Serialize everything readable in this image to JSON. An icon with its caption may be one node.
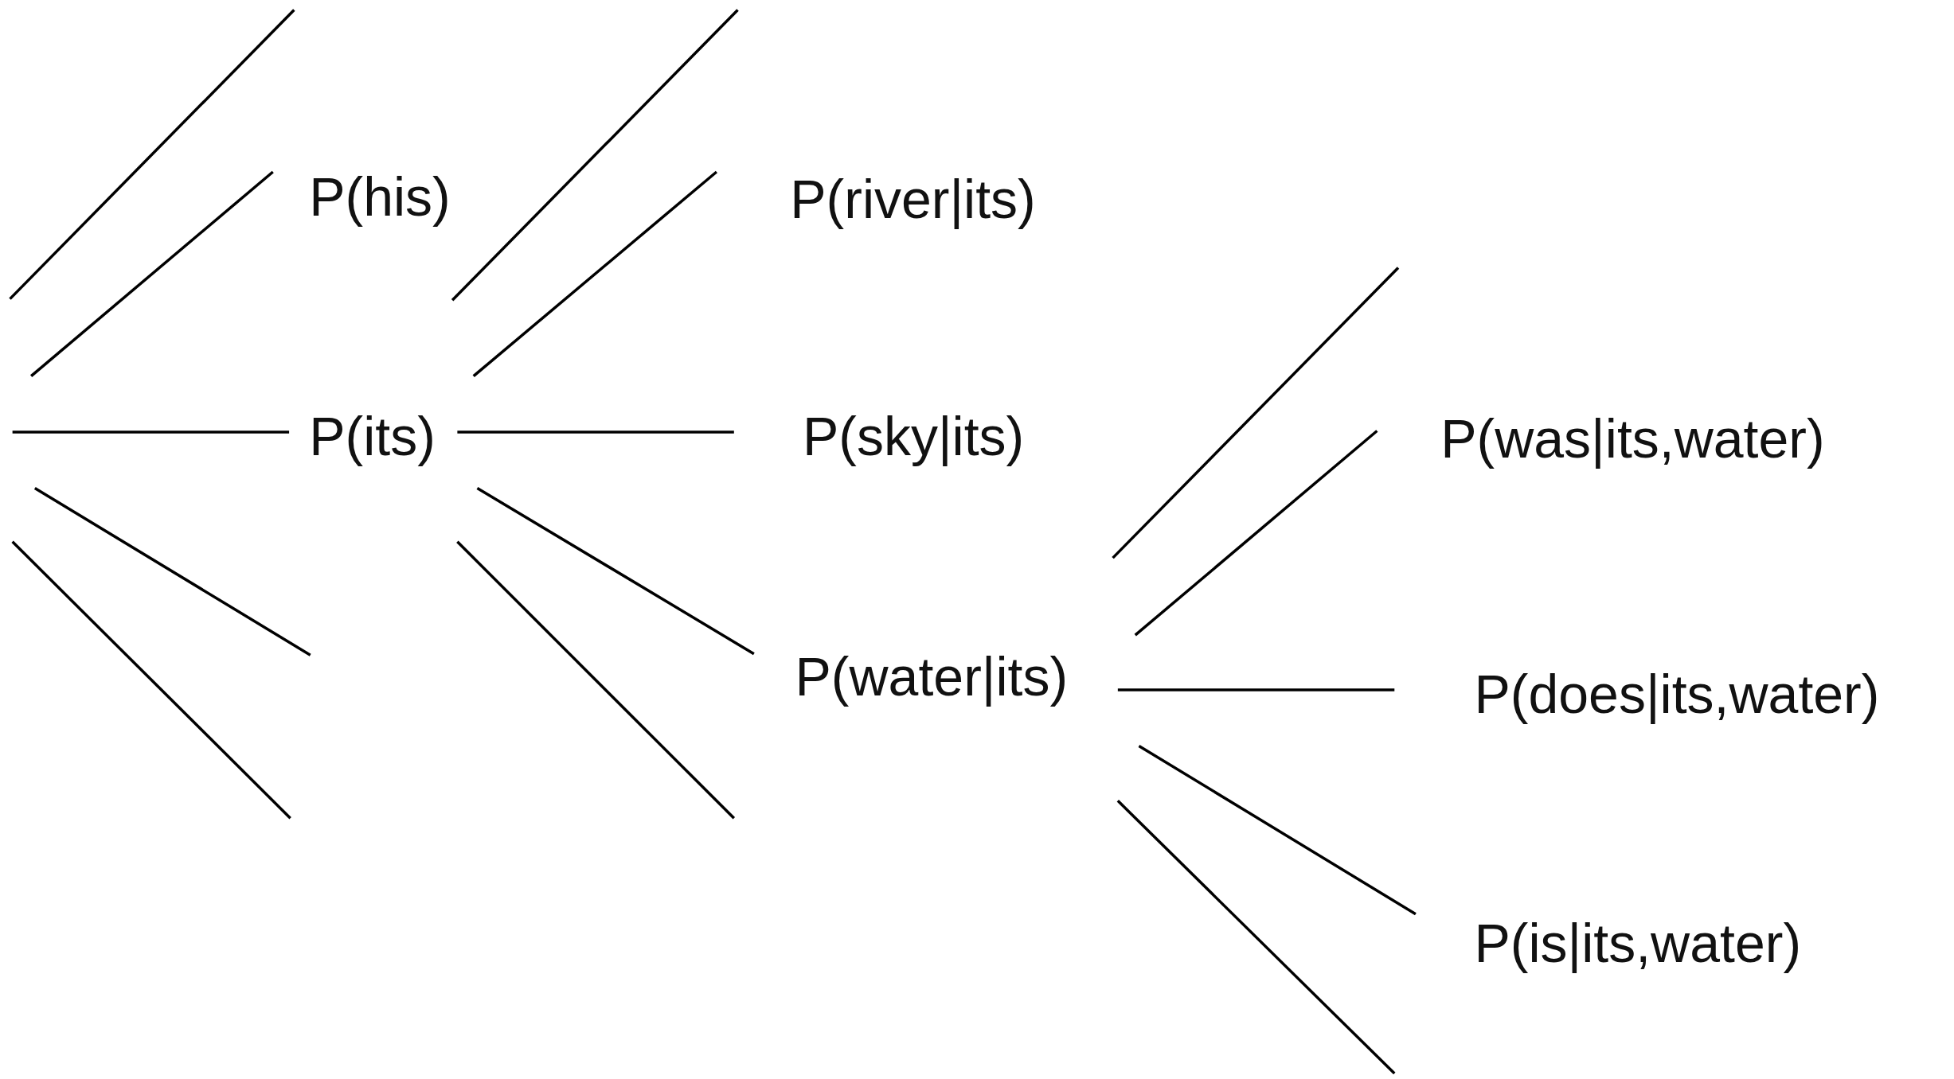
{
  "diagram": {
    "nodes": [
      {
        "text": [
          "P(his)"
        ]
      },
      {
        "text": [
          "P(its)"
        ]
      },
      {
        "text": [
          "P(river|its)"
        ]
      },
      {
        "text": [
          "P(sky|its)"
        ]
      },
      {
        "text": [
          "P(water|its)"
        ]
      },
      {
        "text": [
          "P(was|its,water)"
        ]
      },
      {
        "text": [
          "P(does|its,water)"
        ]
      },
      {
        "text": [
          "P(is|its,water)"
        ]
      }
    ],
    "edges": [
      {
        "from": null,
        "to": 0,
        "arrow": "none"
      },
      {
        "from": null,
        "to": 1,
        "arrow": "none"
      },
      {
        "from": 1,
        "to": null,
        "arrow": "none"
      },
      {
        "from": 1,
        "to": 2,
        "arrow": "none"
      },
      {
        "from": 1,
        "to": 3,
        "arrow": "none"
      },
      {
        "from": 1,
        "to": 4,
        "arrow": "none"
      },
      {
        "from": 1,
        "to": null,
        "arrow": "none"
      },
      {
        "from": 4,
        "to": null,
        "arrow": "none"
      },
      {
        "from": 4,
        "to": 5,
        "arrow": "none"
      },
      {
        "from": 4,
        "to": 6,
        "arrow": "none"
      },
      {
        "from": 4,
        "to": 7,
        "arrow": "none"
      },
      {
        "from": 4,
        "to": null,
        "arrow": "none"
      }
    ]
  }
}
